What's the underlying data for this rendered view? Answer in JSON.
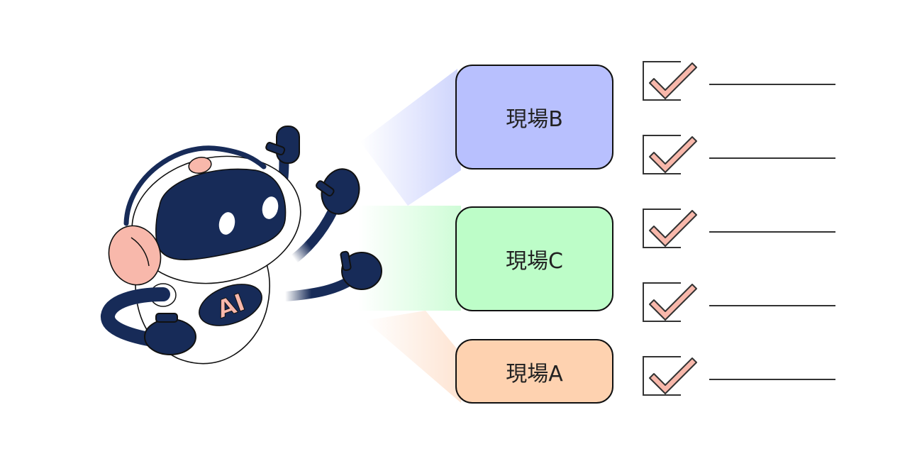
{
  "robot": {
    "chest_label": "AI",
    "colors": {
      "body": "#172b58",
      "accent": "#f8b8ab",
      "shell": "#ffffff"
    }
  },
  "sites": [
    {
      "id": "B",
      "label": "現場B",
      "color": "#b8c0fe",
      "beam": "#c8cffc"
    },
    {
      "id": "C",
      "label": "現場C",
      "color": "#bdfdc8",
      "beam": "#c9fcd2"
    },
    {
      "id": "A",
      "label": "現場A",
      "color": "#fed2b0",
      "beam": "#fde0cc"
    }
  ],
  "checklist": [
    {
      "checked": true,
      "text": ""
    },
    {
      "checked": true,
      "text": ""
    },
    {
      "checked": true,
      "text": ""
    },
    {
      "checked": true,
      "text": ""
    },
    {
      "checked": true,
      "text": ""
    }
  ],
  "check_color": "#f8b8ab"
}
